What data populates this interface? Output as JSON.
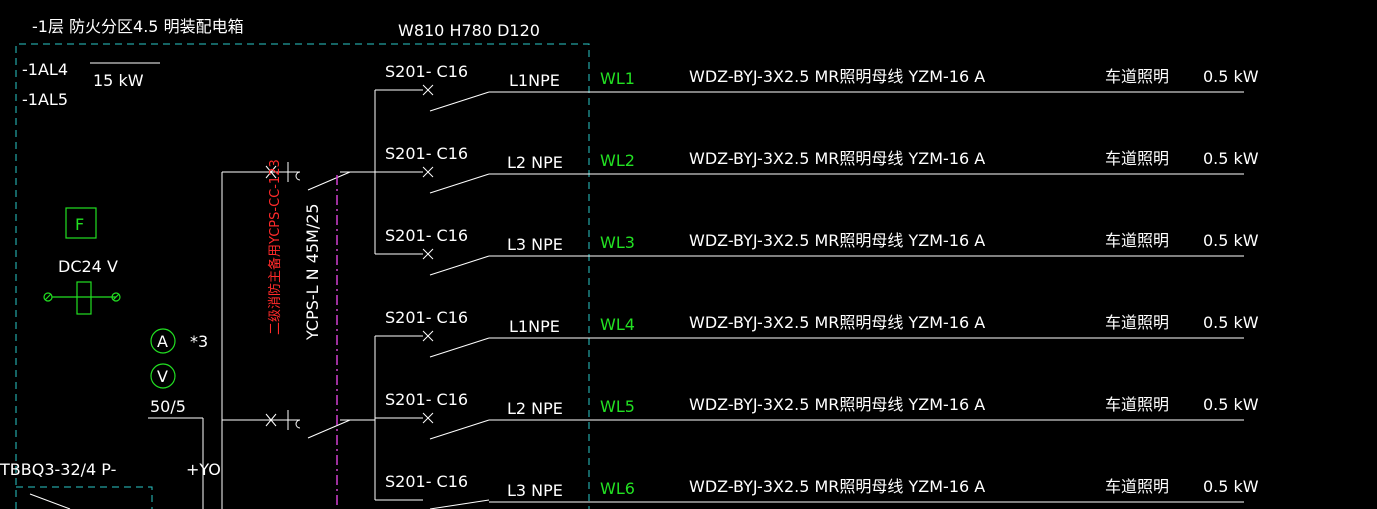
{
  "panel": {
    "title": "-1层 防火分区4.5  明装配电箱",
    "dims": "W810 H780 D120",
    "id1": "-1AL4",
    "id2": "-1AL5",
    "power": "15 kW"
  },
  "devices": {
    "fire_box": "F",
    "dc": "DC24 V",
    "ammeter": "A",
    "ammeter_count": "*3",
    "voltmeter": "V",
    "ct": "50/5",
    "main_switch": "TBBQ3-32/4 P-",
    "aux": "+YO",
    "busbar_model": "YCPS-L N 45M/25",
    "busbar_note": "二级消防主备用YCPS-CC-123"
  },
  "circuits": [
    {
      "breaker": "S201- C16",
      "phase": "L1NPE",
      "code": "WL1",
      "cable": "WDZ-BYJ-3X2.5  MR照明母线  YZM-16 A",
      "use": "车道照明",
      "load": "0.5 kW"
    },
    {
      "breaker": "S201- C16",
      "phase": "L2 NPE",
      "code": "WL2",
      "cable": "WDZ-BYJ-3X2.5  MR照明母线  YZM-16 A",
      "use": "车道照明",
      "load": "0.5 kW"
    },
    {
      "breaker": "S201- C16",
      "phase": "L3 NPE",
      "code": "WL3",
      "cable": "WDZ-BYJ-3X2.5  MR照明母线  YZM-16 A",
      "use": "车道照明",
      "load": "0.5 kW"
    },
    {
      "breaker": "S201- C16",
      "phase": "L1NPE",
      "code": "WL4",
      "cable": "WDZ-BYJ-3X2.5  MR照明母线  YZM-16 A",
      "use": "车道照明",
      "load": "0.5 kW"
    },
    {
      "breaker": "S201- C16",
      "phase": "L2 NPE",
      "code": "WL5",
      "cable": "WDZ-BYJ-3X2.5  MR照明母线  YZM-16 A",
      "use": "车道照明",
      "load": "0.5 kW"
    },
    {
      "breaker": "S201- C16",
      "phase": "L3 NPE",
      "code": "WL6",
      "cable": "WDZ-BYJ-3X2.5  MR照明母线  YZM-16 A",
      "use": "车道照明",
      "load": "0.5 kW"
    }
  ],
  "colors": {
    "line": "#ffffff",
    "panel_border": "#2ac8c8",
    "code": "#22e022",
    "note": "#ff2a2a",
    "busbar": "#d040d0"
  }
}
